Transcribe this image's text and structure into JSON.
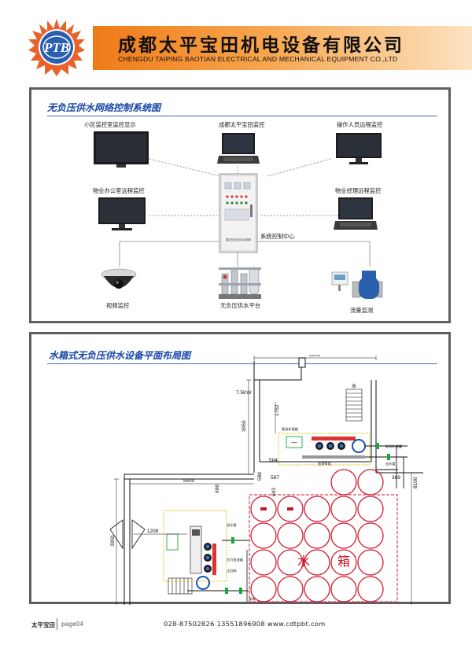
{
  "header": {
    "logo_text": "PTB",
    "company_cn": "成都太平宝田机电设备有限公司",
    "company_en": "CHENGDU  TAIPING  BAOTIAN  ELECTRICAL AND MECHANICAL EQUIPMENT CO.,LTD",
    "brand_color": "#f07a18"
  },
  "network": {
    "title": "无负压供水网络控制系统图",
    "devices": {
      "community_monitor": "小区监控室监控显示",
      "baotian_monitor": "成都太平宝田监控",
      "operator_remote": "操作人员远程监控",
      "property_office": "物业办公室远程监控",
      "property_manager": "物业经理远程监控",
      "control_center": "系统控制中心",
      "video": "视频监控",
      "platform": "无负压供水平台",
      "flow": "流量监测"
    },
    "cabinet_text": "数控无负压供水控制柜"
  },
  "layout": {
    "title": "水箱式无负压供水设备平面布局图",
    "dims": {
      "top_width": "3950",
      "motor": "7.5KW",
      "d1752": "1752",
      "d3950_left": "3950",
      "d5500": "5500",
      "d584": "584",
      "d588": "588",
      "d587": "587",
      "d693": "693",
      "d369": "369",
      "d698": "698",
      "d1208": "1208",
      "d3950_side": "3950",
      "d8100": "8100"
    },
    "tank_char_1": "水",
    "tank_char_2": "箱",
    "stair_char": "水",
    "notes": {
      "n1": "稳流补偿器",
      "n2": "稳流补偿罐",
      "n3": "变频泵组",
      "n4": "出水管",
      "n5": "进水管",
      "n6": "压力变送器",
      "n7": "止回阀",
      "n8": "闸阀"
    }
  },
  "footer": {
    "brand": "太平宝田",
    "page": "page04",
    "contact": "028-87502826  13551896908   www.cdtpbt.com"
  }
}
